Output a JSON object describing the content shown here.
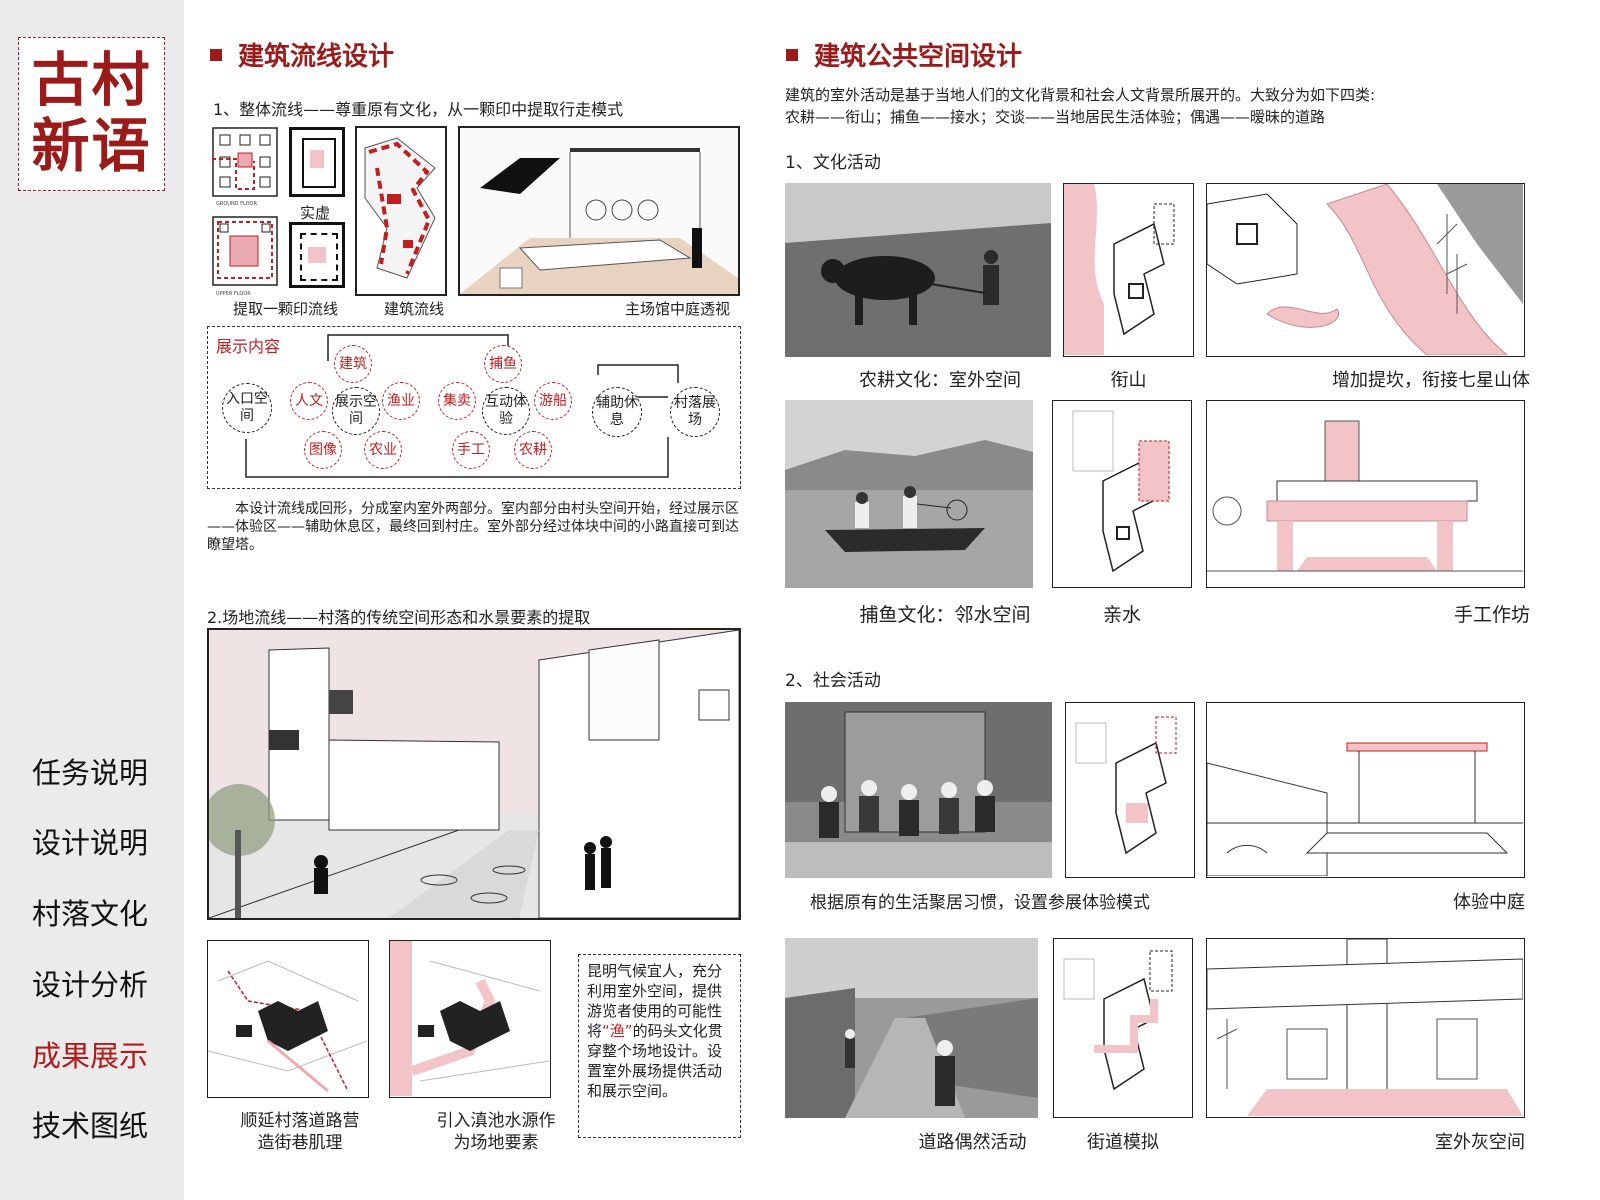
{
  "logo": {
    "line1": "古村",
    "line2": "新语"
  },
  "nav": {
    "items": [
      {
        "label": "任务说明",
        "active": false
      },
      {
        "label": "设计说明",
        "active": false
      },
      {
        "label": "村落文化",
        "active": false
      },
      {
        "label": "设计分析",
        "active": false
      },
      {
        "label": "成果展示",
        "active": true
      },
      {
        "label": "技术图纸",
        "active": false
      }
    ]
  },
  "left": {
    "title": "建筑流线设计",
    "sub1": "1、整体流线——尊重原有文化，从一颗印中提取行走模式",
    "captions": {
      "shixu": "实虚",
      "extract": "提取一颗印流线",
      "flow": "建筑流线",
      "courtyard": "主场馆中庭透视"
    },
    "plan_labels": {
      "ground": "GROUND FLOOR",
      "upper": "UPPER FLOOR"
    },
    "exhibit": {
      "title": "展示内容",
      "entry": "入口空间",
      "show": "展示空间",
      "humanity": "人文",
      "architecture": "建筑",
      "fishery": "渔业",
      "image": "图像",
      "agriculture": "农业",
      "interact": "互动体验",
      "fishing": "捕鱼",
      "market": "集卖",
      "boat": "游船",
      "craft": "手工",
      "farming": "农耕",
      "rest": "辅助休息",
      "village": "村落展场"
    },
    "para1": "本设计流线成回形，分成室内室外两部分。室内部分由村头空间开始，经过展示区——体验区——辅助休息区，最终回到村庄。室外部分经过体块中间的小路直接可到达瞭望塔。",
    "sub2": "2.场地流线——村落的传统空间形态和水景要素的提取",
    "cap_road": "顺延村落道路营造街巷肌理",
    "cap_water": "引入滇池水源作为场地要素",
    "note_pre": "昆明气候宜人，充分利用室外空间，提供游览者使用的可能性将",
    "note_highlight": "“渔”",
    "note_post": "的码头文化贯穿整个场地设计。设置室外展场提供活动和展示空间。"
  },
  "right": {
    "title": "建筑公共空间设计",
    "intro1": "建筑的室外活动是基于当地人们的文化背景和社会人文背景所展开的。大致分为如下四类:",
    "intro2": "农耕——衔山；捕鱼——接水；交谈——当地居民生活体验；偶遇——暧昧的道路",
    "sub1": "1、文化活动",
    "cap_farm": "农耕文化：室外空间",
    "cap_mountain": "衔山",
    "cap_embank": "增加提坎，衔接七星山体",
    "cap_fish": "捕鱼文化：邻水空间",
    "cap_water": "亲水",
    "cap_workshop": "手工作坊",
    "sub2": "2、社会活动",
    "cap_habit": "根据原有的生活聚居习惯，设置参展体验模式",
    "cap_court": "体验中庭",
    "cap_road": "道路偶然活动",
    "cap_street": "街道模拟",
    "cap_gray": "室外灰空间"
  },
  "colors": {
    "accent": "#9b1b1b",
    "red": "#c21e1e",
    "pink": "#f2c4c8"
  }
}
